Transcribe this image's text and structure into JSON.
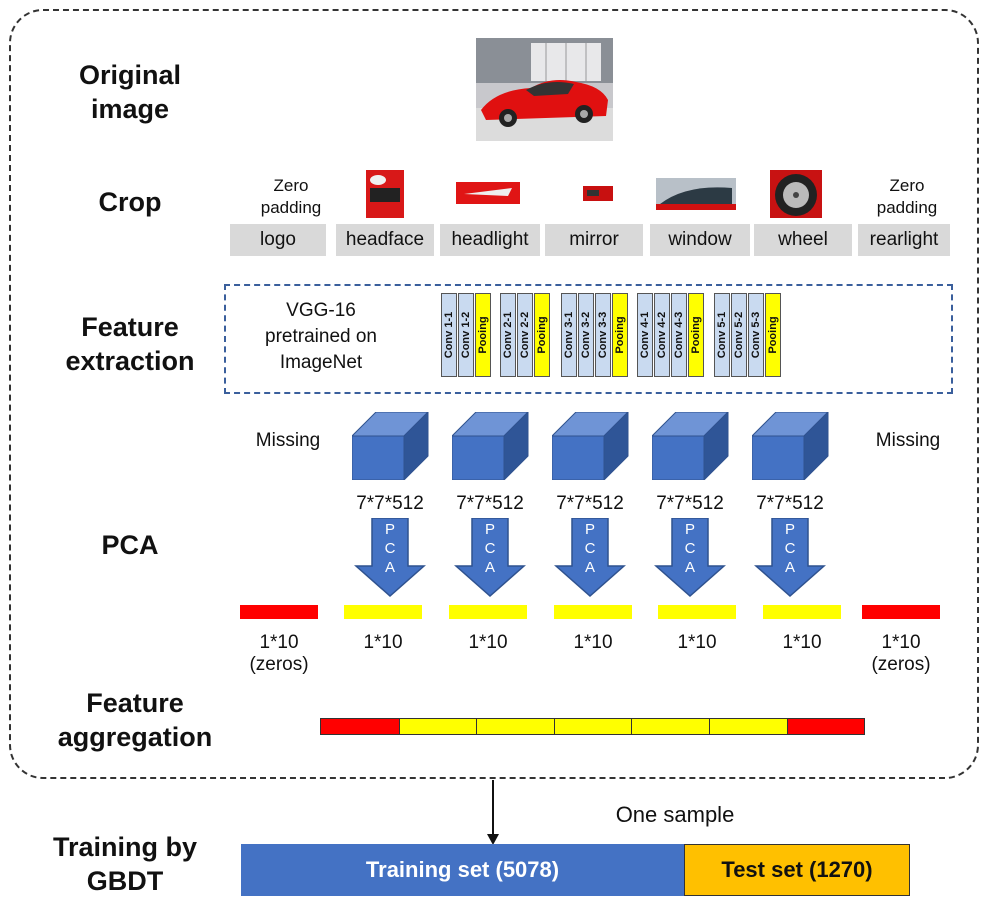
{
  "stages": {
    "original": "Original\nimage",
    "crop": "Crop",
    "feature_extraction": "Feature\nextraction",
    "pca": "PCA",
    "aggregation": "Feature\naggregation",
    "training": "Training by\nGBDT"
  },
  "crop": {
    "padding_text": "Zero\npadding",
    "parts": [
      "logo",
      "headface",
      "headlight",
      "mirror",
      "window",
      "wheel",
      "rearlight"
    ]
  },
  "vgg": {
    "label": "VGG-16\npretrained on\nImageNet",
    "blocks": [
      [
        "Conv 1-1",
        "Conv 1-2",
        "Pooing"
      ],
      [
        "Conv 2-1",
        "Conv 2-2",
        "Pooing"
      ],
      [
        "Conv 3-1",
        "Conv 3-2",
        "Conv 3-3",
        "Pooing"
      ],
      [
        "Conv 4-1",
        "Conv 4-2",
        "Conv 4-3",
        "Pooing"
      ],
      [
        "Conv 5-1",
        "Conv 5-2",
        "Conv 5-3",
        "Pooing"
      ]
    ]
  },
  "pca": {
    "missing": "Missing",
    "tensor_dim": "7*7*512",
    "arrow_letters": [
      "P",
      "C",
      "A"
    ],
    "vector_dim": "1*10",
    "zeros": "(zeros)"
  },
  "training": {
    "sample_label": "One sample",
    "train_label": "Training set (5078)",
    "test_label": "Test set (1270)"
  },
  "colors": {
    "cube": "#4472c4",
    "arrow": "#4472c4",
    "missing_bar": "#ff0000",
    "feature_bar": "#ffff00",
    "train_bar": "#4472c4",
    "test_bar": "#ffc000"
  }
}
